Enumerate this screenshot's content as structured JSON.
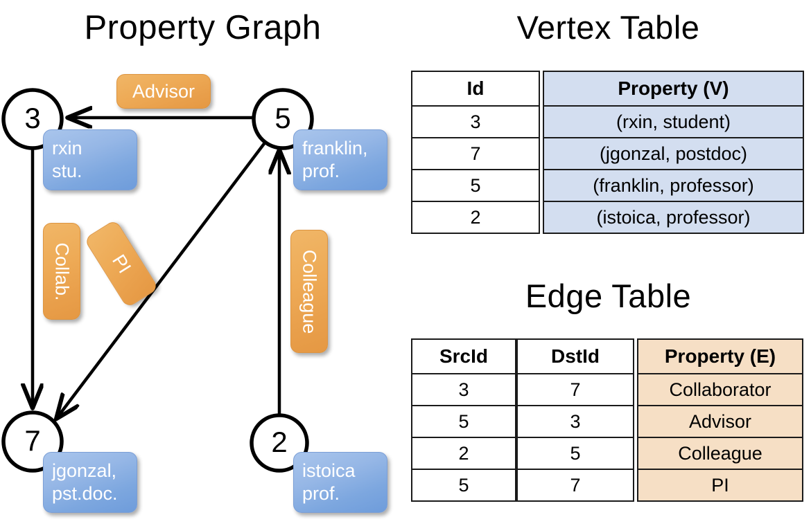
{
  "titles": {
    "property_graph": "Property Graph",
    "vertex_table": "Vertex Table",
    "edge_table": "Edge Table"
  },
  "graph": {
    "nodes": [
      {
        "id": "3",
        "label": "3",
        "property_label": "rxin\nstu."
      },
      {
        "id": "5",
        "label": "5",
        "property_label": "franklin,\nprof."
      },
      {
        "id": "7",
        "label": "7",
        "property_label": "jgonzal,\npst.doc."
      },
      {
        "id": "2",
        "label": "2",
        "property_label": "istoica\nprof."
      }
    ],
    "edge_labels": [
      {
        "name": "advisor",
        "text": "Advisor"
      },
      {
        "name": "collab",
        "text": "Collab."
      },
      {
        "name": "pi",
        "text": "PI"
      },
      {
        "name": "colleague",
        "text": "Colleague"
      }
    ],
    "edges": [
      {
        "src": "5",
        "dst": "3",
        "label": "Advisor"
      },
      {
        "src": "3",
        "dst": "7",
        "label": "Collab."
      },
      {
        "src": "5",
        "dst": "7",
        "label": "PI"
      },
      {
        "src": "2",
        "dst": "5",
        "label": "Colleague"
      }
    ]
  },
  "vertex_table": {
    "headers": [
      "Id",
      "Property (V)"
    ],
    "rows": [
      {
        "id": "3",
        "property": "(rxin, student)"
      },
      {
        "id": "7",
        "property": "(jgonzal, postdoc)"
      },
      {
        "id": "5",
        "property": "(franklin, professor)"
      },
      {
        "id": "2",
        "property": "(istoica, professor)"
      }
    ]
  },
  "edge_table": {
    "headers": [
      "SrcId",
      "DstId",
      "Property (E)"
    ],
    "rows": [
      {
        "src": "3",
        "dst": "7",
        "property": "Collaborator"
      },
      {
        "src": "5",
        "dst": "3",
        "property": "Advisor"
      },
      {
        "src": "2",
        "dst": "5",
        "property": "Colleague"
      },
      {
        "src": "5",
        "dst": "7",
        "property": "PI"
      }
    ]
  },
  "colors": {
    "vertex_property_fill": "#d3def0",
    "edge_property_fill": "#f6dfc5",
    "node_box_blue": "#8cb0e3",
    "edge_box_orange": "#eba94f",
    "stroke": "#000000"
  }
}
